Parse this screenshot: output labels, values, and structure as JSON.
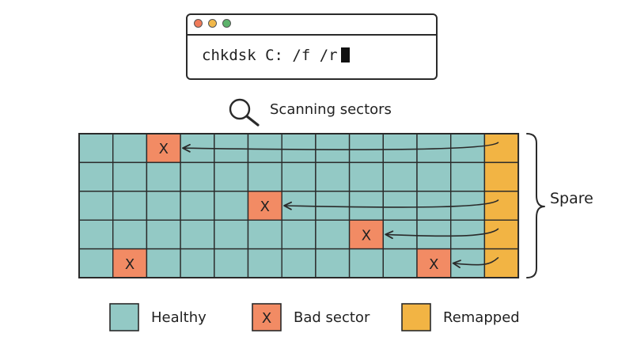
{
  "terminal": {
    "command": "chkdsk C: /f /r",
    "dot_colors": [
      "#f07b5a",
      "#f1b84a",
      "#5db36b"
    ]
  },
  "scan": {
    "label": "Scanning sectors",
    "icon": "magnifier-icon"
  },
  "spare": {
    "label": "Spare"
  },
  "colors": {
    "healthy": "#93c9c5",
    "bad": "#f28b64",
    "remapped": "#f2b444",
    "stroke": "#2a2a2a"
  },
  "grid": {
    "columns": 13,
    "rows": 5,
    "bad_sectors": [
      [
        0,
        2
      ],
      [
        2,
        5
      ],
      [
        3,
        8
      ],
      [
        4,
        1
      ],
      [
        4,
        10
      ]
    ],
    "remap_arrows": [
      {
        "from_row": 0,
        "to": [
          0,
          2
        ]
      },
      {
        "from_row": 2,
        "to": [
          2,
          5
        ]
      },
      {
        "from_row": 3,
        "to": [
          3,
          8
        ]
      },
      {
        "from_row": 4,
        "to": [
          4,
          10
        ]
      }
    ],
    "bad_mark": "X"
  },
  "legend": [
    {
      "key": "healthy",
      "label": "Healthy",
      "mark": ""
    },
    {
      "key": "bad",
      "label": "Bad sector",
      "mark": "X"
    },
    {
      "key": "remapped",
      "label": "Remapped",
      "mark": ""
    }
  ]
}
